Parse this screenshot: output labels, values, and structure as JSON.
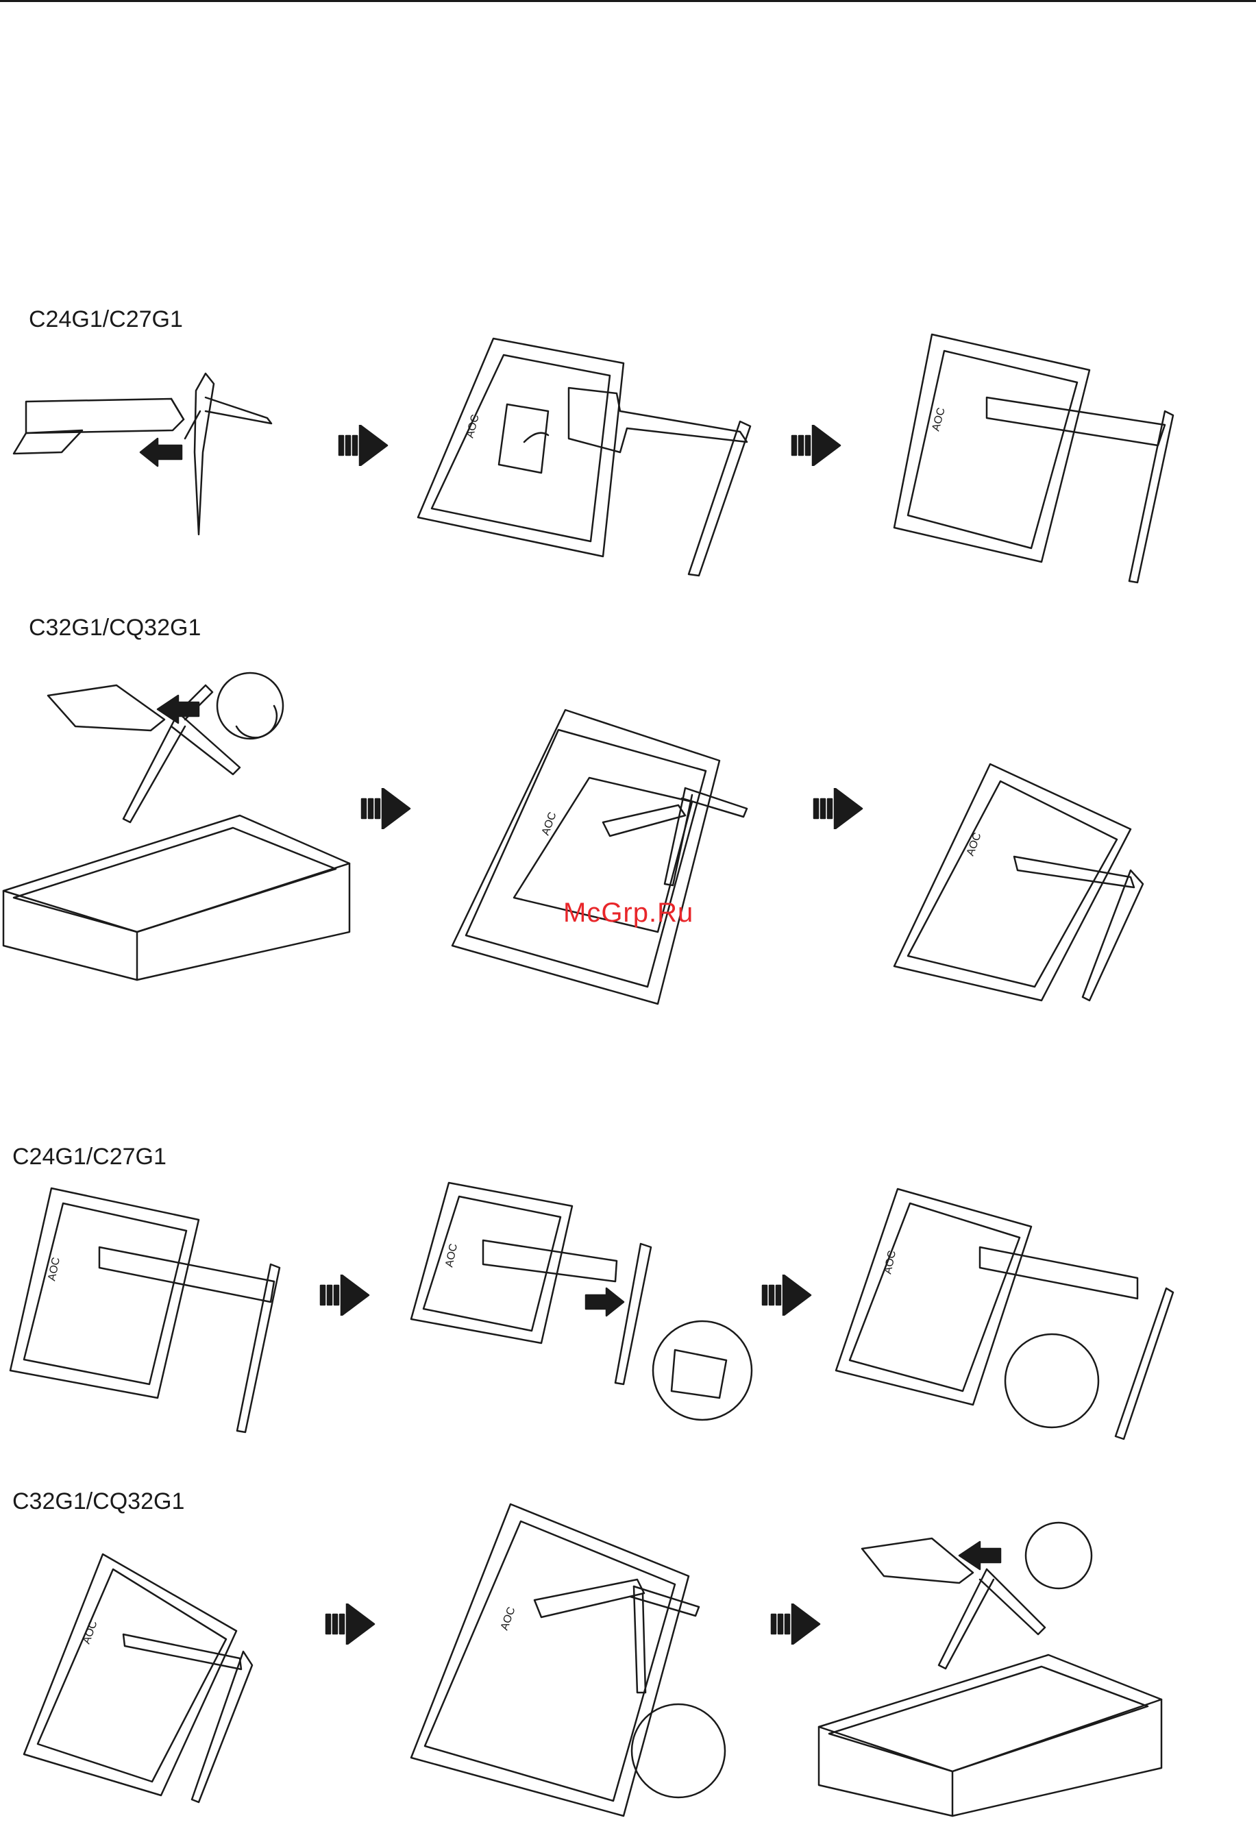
{
  "sections": [
    {
      "label": "C24G1/C27G1"
    },
    {
      "label": "C32G1/CQ32G1"
    },
    {
      "label": "C24G1/C27G1"
    },
    {
      "label": "C32G1/CQ32G1"
    }
  ],
  "brand_text": "AOC",
  "watermark": "McGrp.Ru",
  "colors": {
    "line": "#1a1a1a",
    "watermark": "#e8262a",
    "background": "#ffffff"
  }
}
